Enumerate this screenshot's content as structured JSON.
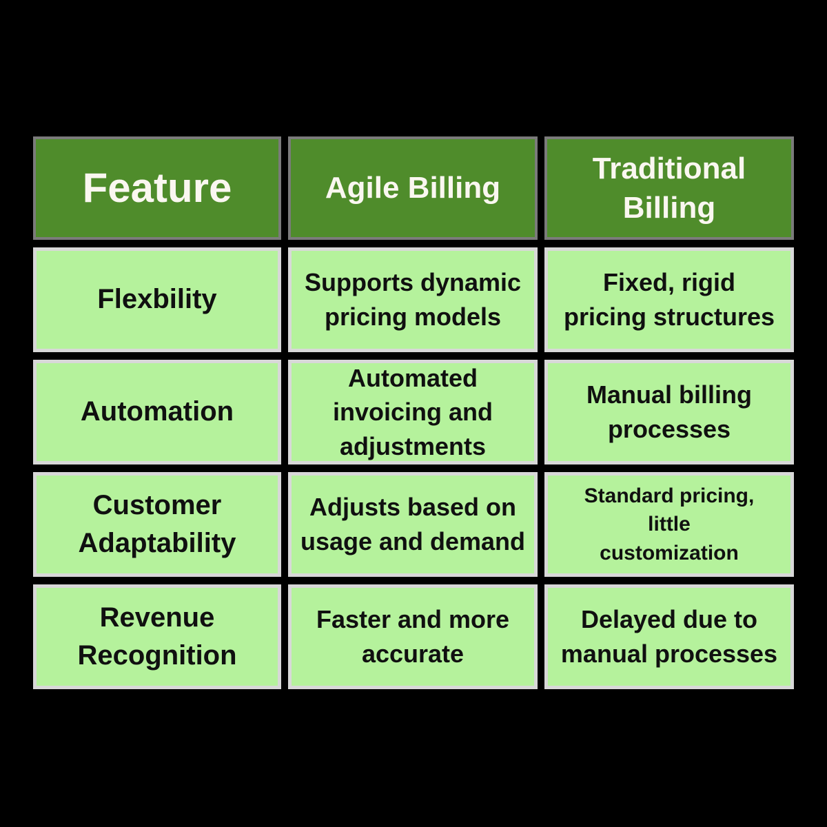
{
  "colors": {
    "background": "#000000",
    "header-bg": "#4f8c2b",
    "header-border": "#7b7b7b",
    "header-text": "#faf7f0",
    "cell-bg": "#b5f29c",
    "cell-border": "#d8d8d8",
    "body-text": "#101010"
  },
  "table": {
    "headers": [
      "Feature",
      "Agile Billing",
      "Traditional\nBilling"
    ],
    "rows": [
      {
        "feature": "Flexbility",
        "agile": "Supports dynamic\npricing models",
        "traditional": "Fixed, rigid\npricing structures"
      },
      {
        "feature": "Automation",
        "agile": "Automated\ninvoicing and\nadjustments",
        "traditional": "Manual billing\nprocesses"
      },
      {
        "feature": "Customer\nAdaptability",
        "agile": "Adjusts based on\nusage and demand",
        "traditional": "Standard pricing,\nlittle\ncustomization"
      },
      {
        "feature": "Revenue\nRecognition",
        "agile": "Faster and more\naccurate",
        "traditional": "Delayed due to\nmanual processes"
      }
    ]
  },
  "chart_data": {
    "type": "table",
    "title": "Agile Billing vs Traditional Billing",
    "columns": [
      "Feature",
      "Agile Billing",
      "Traditional Billing"
    ],
    "rows": [
      [
        "Flexbility",
        "Supports dynamic pricing models",
        "Fixed, rigid pricing structures"
      ],
      [
        "Automation",
        "Automated invoicing and adjustments",
        "Manual billing processes"
      ],
      [
        "Customer Adaptability",
        "Adjusts based on usage and demand",
        "Standard pricing, little customization"
      ],
      [
        "Revenue Recognition",
        "Faster and more accurate",
        "Delayed due to manual processes"
      ]
    ],
    "layout": {
      "grid": "3 columns x 5 rows on black background",
      "header_style": "dark green fill, gray border, white bold text",
      "body_style": "light green fill, light gray border, black bold text"
    }
  }
}
